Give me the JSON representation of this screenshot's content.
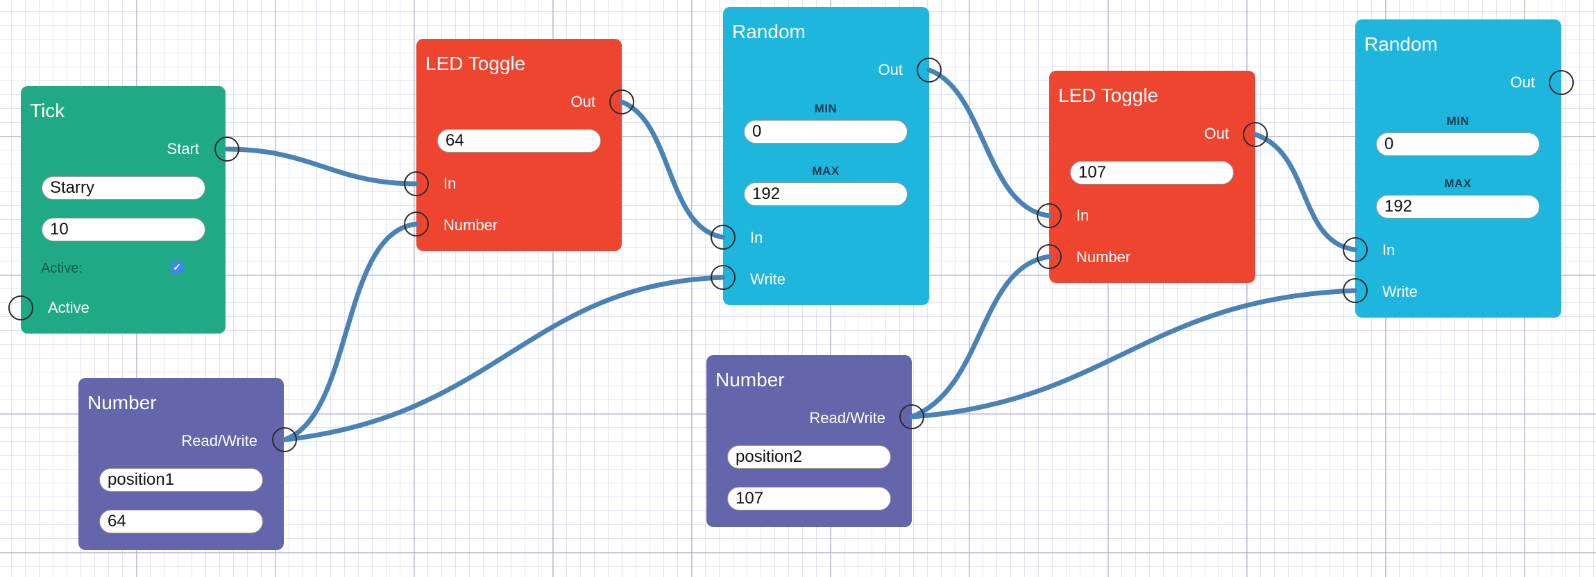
{
  "tick": {
    "title": "Tick",
    "start_label": "Start",
    "name_value": "Starry",
    "interval_value": "10",
    "active_checkbox_label": "Active:",
    "active_checked": true,
    "active_port_label": "Active"
  },
  "led_toggle_1": {
    "title": "LED Toggle",
    "out_label": "Out",
    "value": "64",
    "in_label": "In",
    "number_label": "Number"
  },
  "random_1": {
    "title": "Random",
    "out_label": "Out",
    "min_caption": "MIN",
    "min_value": "0",
    "max_caption": "MAX",
    "max_value": "192",
    "in_label": "In",
    "write_label": "Write"
  },
  "led_toggle_2": {
    "title": "LED Toggle",
    "out_label": "Out",
    "value": "107",
    "in_label": "In",
    "number_label": "Number"
  },
  "random_2": {
    "title": "Random",
    "out_label": "Out",
    "min_caption": "MIN",
    "min_value": "0",
    "max_caption": "MAX",
    "max_value": "192",
    "in_label": "In",
    "write_label": "Write"
  },
  "number_1": {
    "title": "Number",
    "readwrite_label": "Read/Write",
    "name_value": "position1",
    "value": "64"
  },
  "number_2": {
    "title": "Number",
    "readwrite_label": "Read/Write",
    "name_value": "position2",
    "value": "107"
  },
  "colors": {
    "tick": "#1faa85",
    "led_toggle": "#ee4530",
    "random": "#1fb6de",
    "number": "#6465aa",
    "wire": "#4a82b4"
  }
}
